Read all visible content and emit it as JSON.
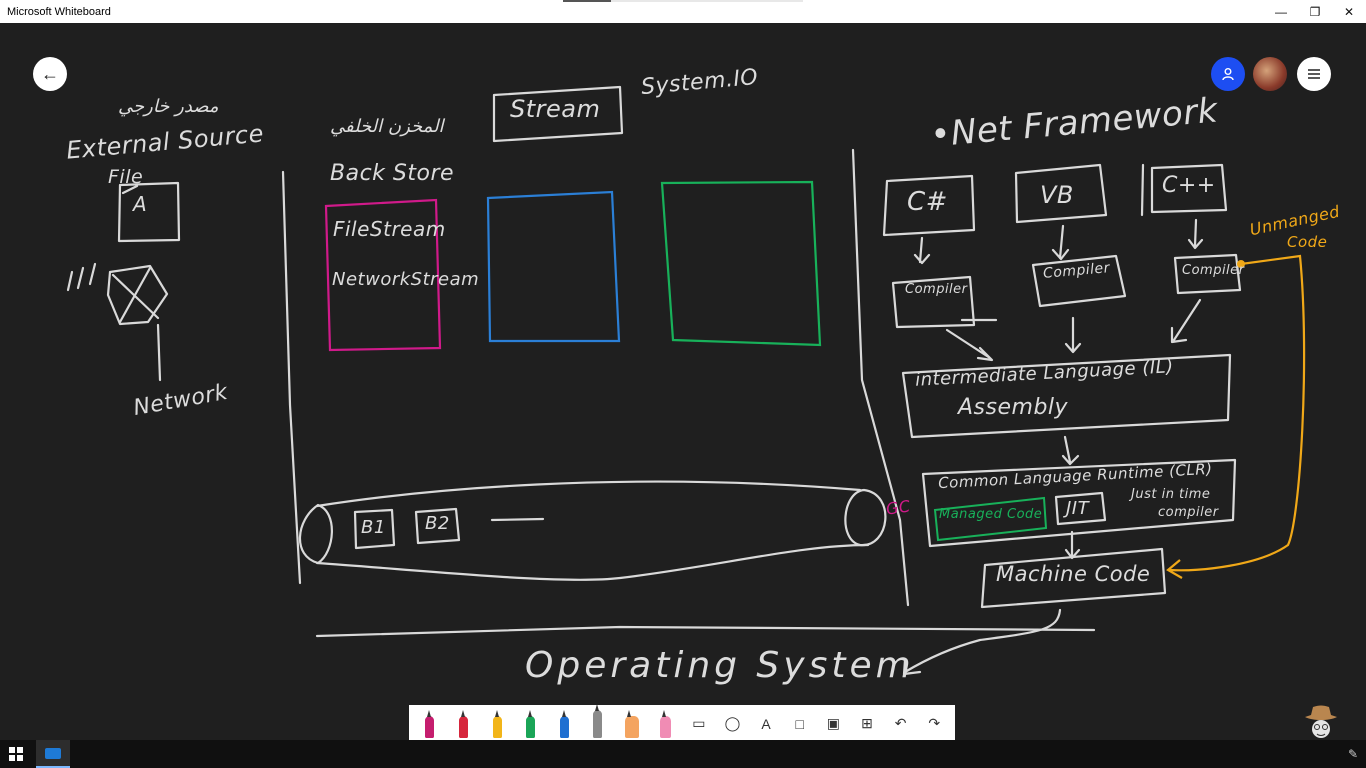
{
  "window": {
    "title": "Microsoft Whiteboard",
    "minimize": "—",
    "restore": "❐",
    "close": "✕"
  },
  "icons": {
    "back": "arrow-left-icon",
    "user": "person-icon",
    "menu": "hamburger-menu-icon"
  },
  "board": {
    "arabic_external": "مصدر خارجي",
    "external_source": "External Source",
    "file": "File",
    "file_letter": "A",
    "network": "Network",
    "arabic_backstore": "المخزن الخلفي",
    "back_store": "Back Store",
    "stream": "Stream",
    "system_io": "System.IO",
    "filestream": "FileStream",
    "networkstream": "NetworkStream",
    "b1": "B1",
    "b2": "B2",
    "dash": "——",
    "gc": "GC",
    "net_framework": "•Net Framework",
    "csharp": "C#",
    "vb": "VB",
    "cpp": "C++",
    "unmanaged": "Unmanged",
    "unmanaged_code": "Code",
    "compiler1": "Compiler",
    "compiler2": "Compiler",
    "compiler3": "Compiler",
    "il_line1": "intermediate Language (IL)",
    "il_line2": "Assembly",
    "clr": "Common Language Runtime (CLR)",
    "managed_code": "Managed Code",
    "jit": "JIT",
    "just_in_time": "Just in time",
    "compiler_jit": "compiler",
    "machine_code": "Machine Code",
    "operating_system": "Operating System"
  },
  "colors": {
    "ink": "#d9d9d9",
    "magenta": "#d01a8a",
    "blue": "#2b7fd6",
    "green": "#18b15a",
    "orange": "#f0a818",
    "accent_user": "#1d4ef2"
  },
  "toolbar": {
    "pen_colors": [
      "#c51d6e",
      "#d6263c",
      "#f2b519",
      "#1aa557",
      "#1f6fd1",
      "#8a8a8a"
    ],
    "highlighter_color": "#f4a460",
    "eraser_color": "#f08cb4",
    "text_tool": "A",
    "undo": "↶",
    "redo": "↷"
  }
}
